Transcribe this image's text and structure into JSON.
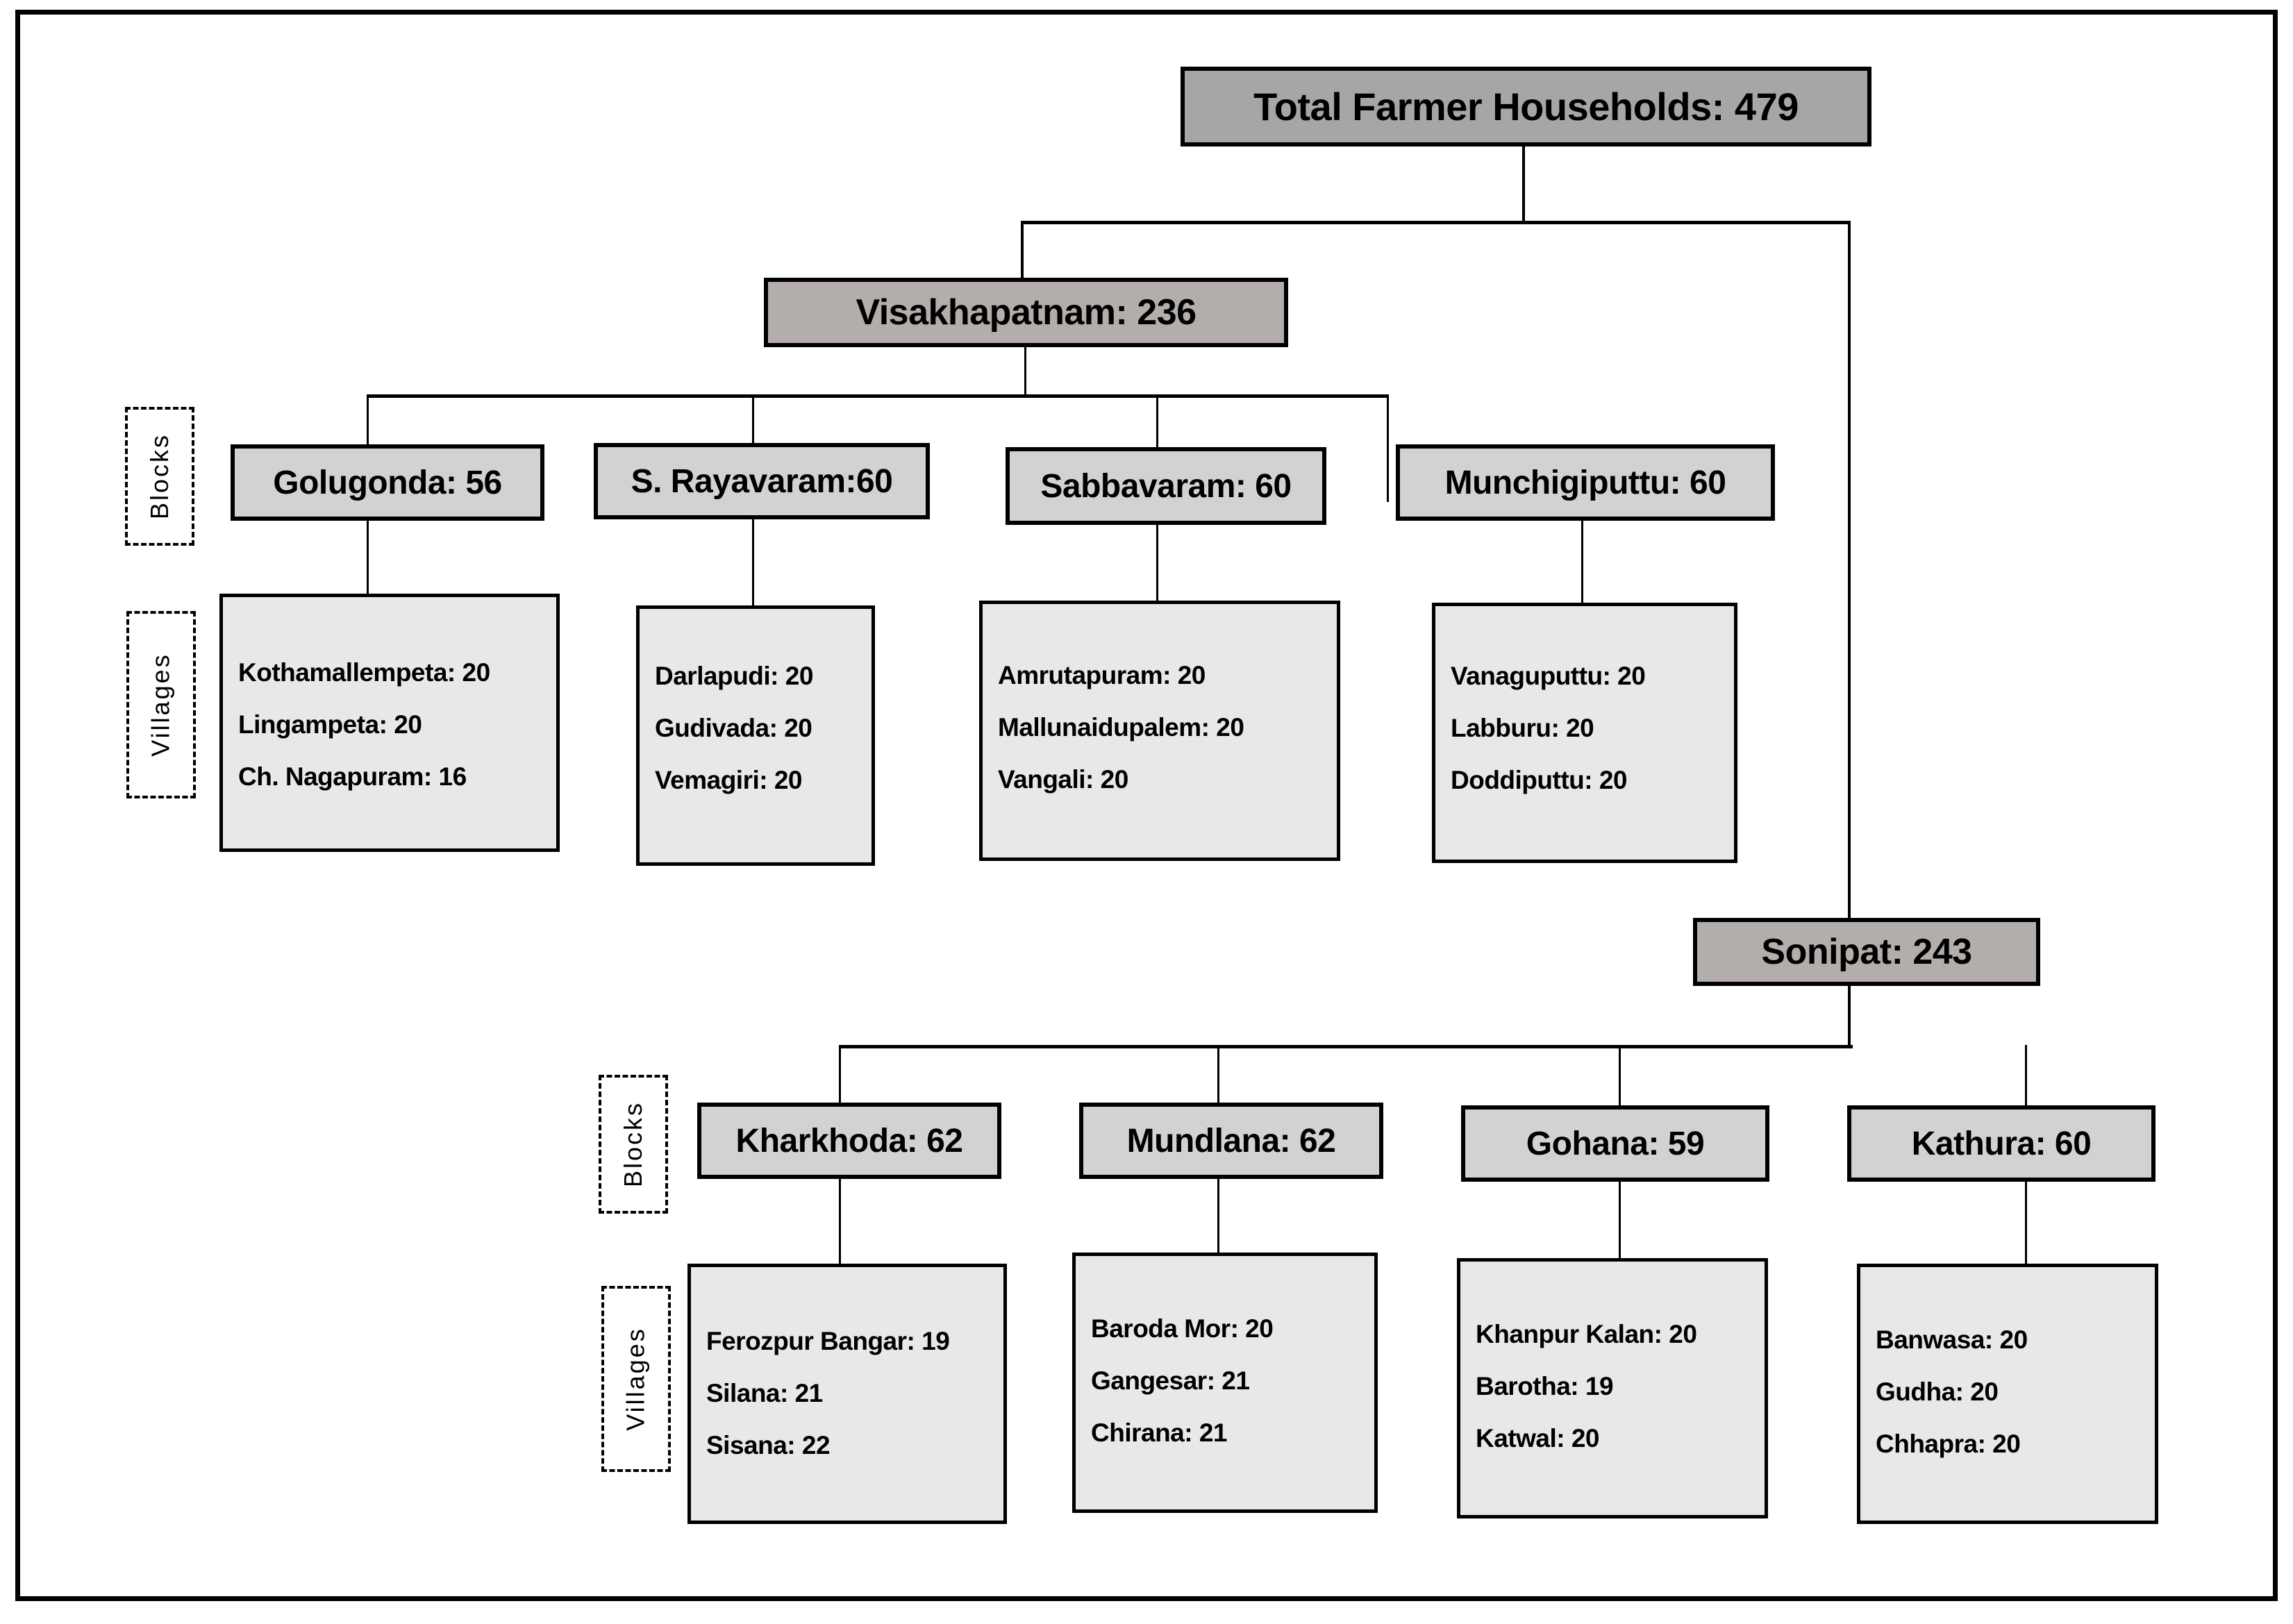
{
  "diagram": {
    "title": "Total Farmer Households: 479",
    "root": {
      "label": "Total Farmer Households: 479",
      "value": 479
    },
    "side_labels": {
      "blocks": "Blocks",
      "villages": "Villages"
    },
    "districts": [
      {
        "label": "Visakhapatnam: 236",
        "name": "Visakhapatnam",
        "value": 236,
        "blocks": [
          {
            "label": "Golugonda: 56",
            "name": "Golugonda",
            "value": 56,
            "villages": [
              "Kothamallempeta: 20",
              "Lingampeta: 20",
              "Ch. Nagapuram: 16"
            ]
          },
          {
            "label": "S. Rayavaram:60",
            "name": "S. Rayavaram",
            "value": 60,
            "villages": [
              "Darlapudi: 20",
              "Gudivada: 20",
              "Vemagiri: 20"
            ]
          },
          {
            "label": "Sabbavaram: 60",
            "name": "Sabbavaram",
            "value": 60,
            "villages": [
              "Amrutapuram: 20",
              "Mallunaidupalem: 20",
              "Vangali: 20"
            ]
          },
          {
            "label": "Munchigiputtu: 60",
            "name": "Munchigiputtu",
            "value": 60,
            "villages": [
              "Vanaguputtu: 20",
              "Labburu: 20",
              "Doddiputtu: 20"
            ]
          }
        ]
      },
      {
        "label": "Sonipat: 243",
        "name": "Sonipat",
        "value": 243,
        "blocks": [
          {
            "label": "Kharkhoda: 62",
            "name": "Kharkhoda",
            "value": 62,
            "villages": [
              "Ferozpur Bangar: 19",
              "Silana: 21",
              "Sisana: 22"
            ]
          },
          {
            "label": "Mundlana: 62",
            "name": "Mundlana",
            "value": 62,
            "villages": [
              "Baroda Mor: 20",
              "Gangesar: 21",
              "Chirana: 21"
            ]
          },
          {
            "label": "Gohana: 59",
            "name": "Gohana",
            "value": 59,
            "villages": [
              "Khanpur Kalan: 20",
              "Barotha: 19",
              "Katwal: 20"
            ]
          },
          {
            "label": "Kathura: 60",
            "name": "Kathura",
            "value": 60,
            "villages": [
              "Banwasa: 20",
              "Gudha: 20",
              "Chhapra: 20"
            ]
          }
        ]
      }
    ],
    "colors": {
      "root_fill": "#a6a6a6",
      "district_fill": "#b3aeab",
      "block_fill": "#d2d2d2",
      "village_fill": "#e8e8e8",
      "stroke": "#000000",
      "background": "#ffffff"
    }
  }
}
